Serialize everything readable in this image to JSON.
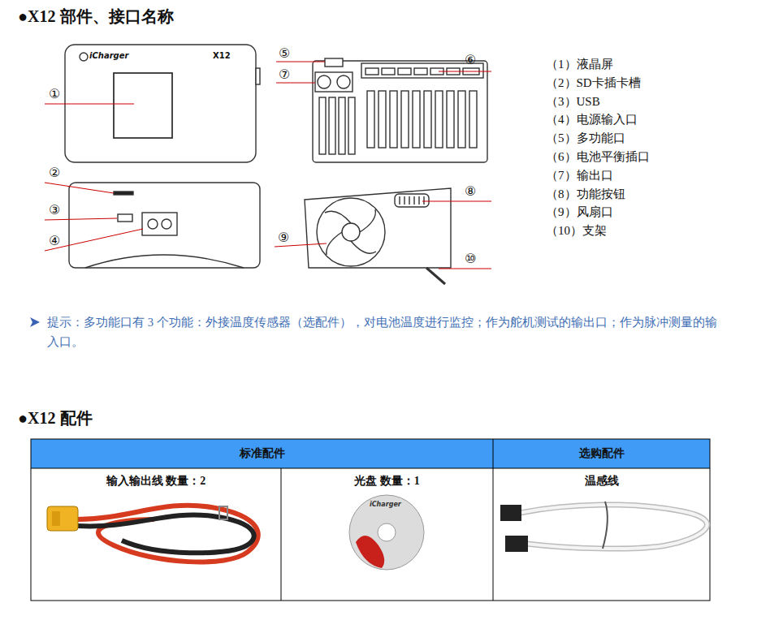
{
  "diagram": {
    "title": "●X12 部件、接口名称",
    "labels": [
      "iCharger",
      "X12",
      "①",
      "⑤",
      "⑦",
      "⑥",
      "②",
      "③",
      "④",
      "⑧",
      "⑨",
      "⑩",
      "（1）液晶屏",
      "（2）SD卡插卡槽",
      "（3）USB",
      "（4）电源输入口",
      "（5）多功能口",
      "（6）电池平衡插口",
      "（7）输出口",
      "（8）功能按钮",
      "（9）风扇口",
      "（10）支架",
      "提示：多功能口有 3 个功能：外接温度传感器（选配件），对电池温度进行监控；作为舵机测试的输出口；作为脉冲测量的输入口。",
      "●X12 配件",
      "标准配件",
      "选购配件",
      "输入输出线 数量：2",
      "光盘 数量：1",
      "温感线",
      "iCharger"
    ]
  }
}
